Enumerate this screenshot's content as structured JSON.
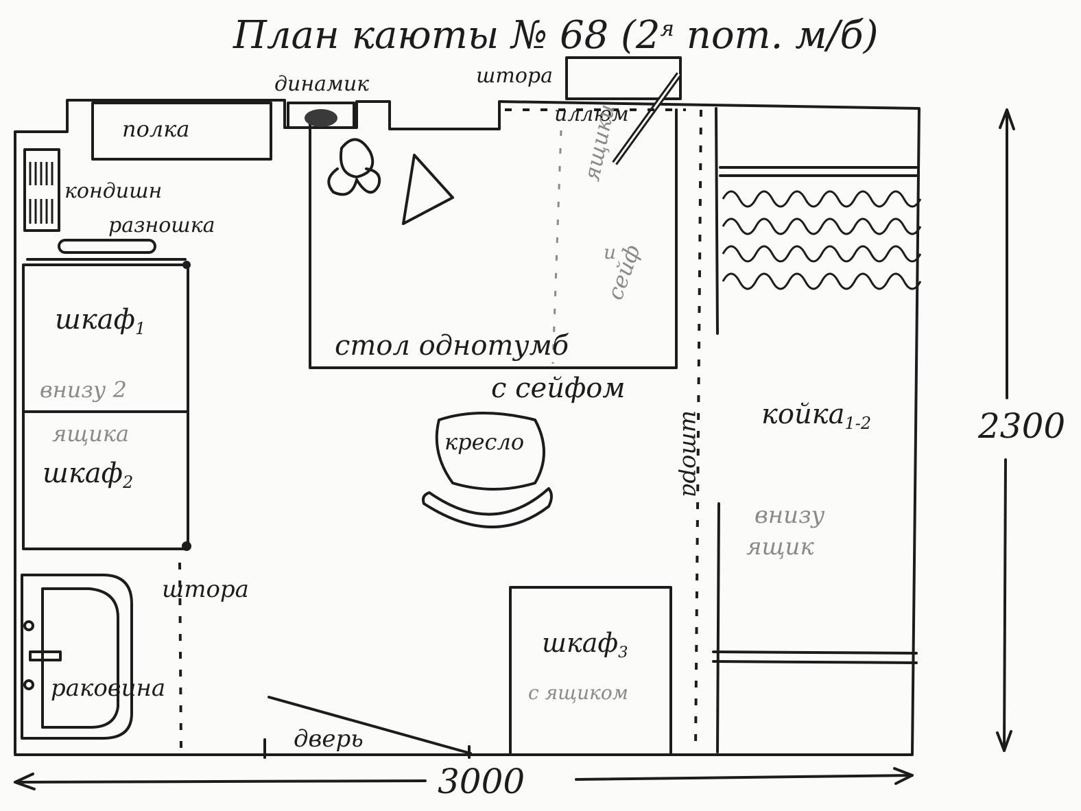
{
  "plan": {
    "title_main": "План каюты № 68 (2",
    "title_sup": "я",
    "title_end": " пom. м/б)",
    "width_mm": "3000",
    "height_mm": "2300"
  },
  "labels": {
    "speaker": "динамик",
    "curtain_top": "штора",
    "porthole": "иллюм",
    "shelf": "полка",
    "air_conditioner": "кондишн",
    "hanger": "разношка",
    "wardrobe1": "шкаф",
    "wardrobe1_index": "1",
    "drawers_below_2": "внизу 2",
    "drawers": "ящика",
    "wardrobe2": "шкаф",
    "wardrobe2_index": "2",
    "desk_drawers": "ящики",
    "desk_and": "и",
    "desk_safe": "сейф",
    "desk_line1": "стол однотумб",
    "desk_line2": "с сейфом",
    "armchair": "кресло",
    "curtain_vertical": "штора",
    "bunk": "койка",
    "bunk_index": "1-2",
    "bunk_below": "внизу",
    "bunk_drawer": "ящик",
    "curtain_left": "штора",
    "sink": "раковина",
    "door": "дверь",
    "wardrobe3": "шкаф",
    "wardrobe3_index": "3",
    "wardrobe3_drawer": "с ящиком"
  },
  "colors": {
    "ink": "#1c1c1c",
    "pencil": "#8a8a8a",
    "paper": "#fbfbf9"
  }
}
